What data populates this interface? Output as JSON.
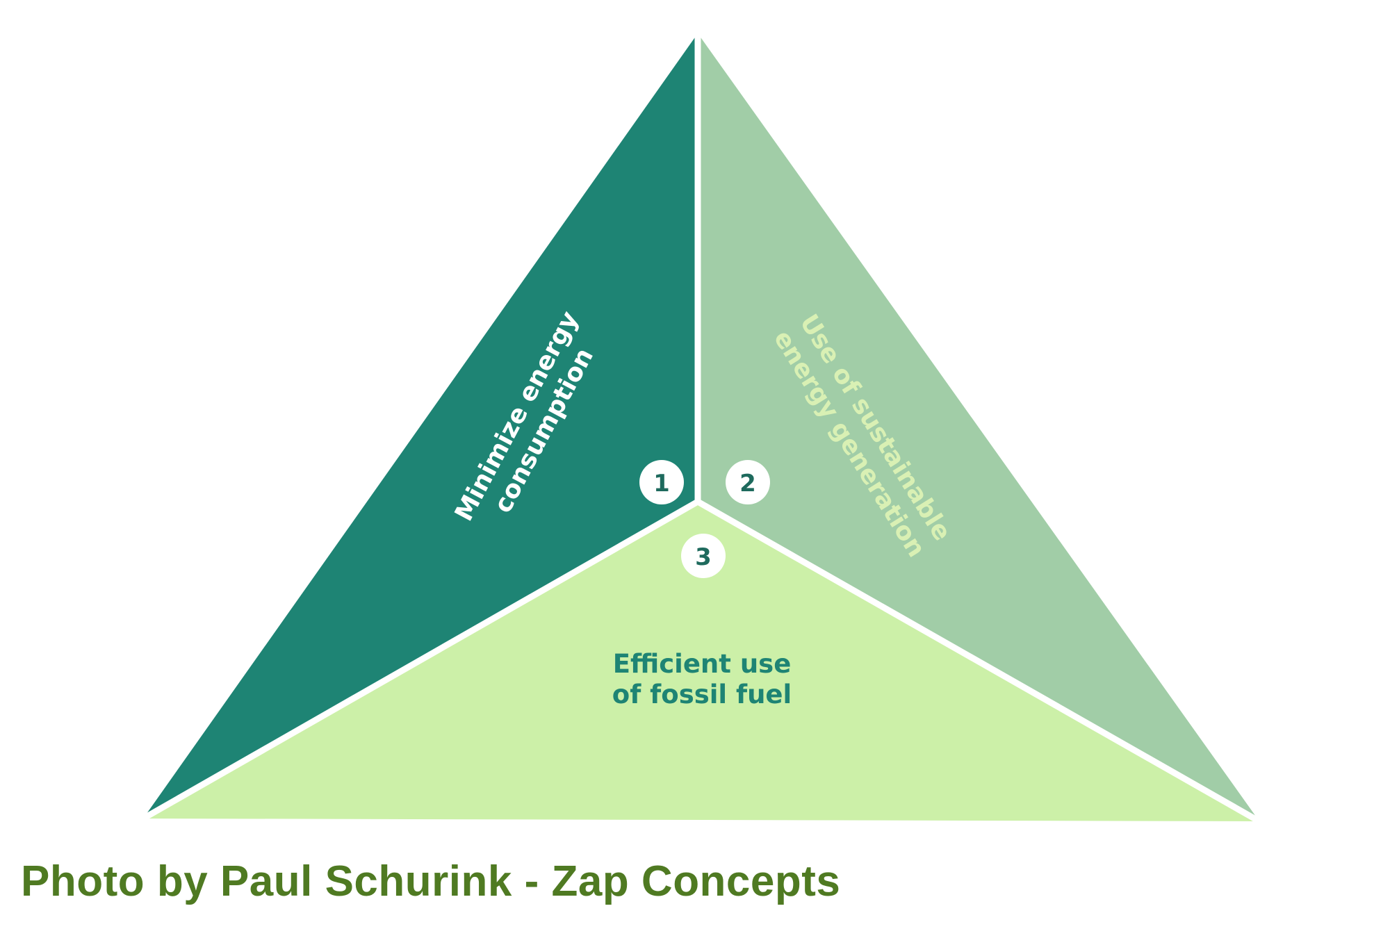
{
  "segments": [
    {
      "number": "1",
      "lines": [
        "Minimize energy",
        "consumption"
      ],
      "fill": "#1e8474",
      "text_color": "#ffffff"
    },
    {
      "number": "2",
      "lines": [
        "Use of sustainable",
        "energy generation"
      ],
      "fill": "#a1cda7",
      "text_color": "#d9f0b4"
    },
    {
      "number": "3",
      "lines": [
        "Efficient use",
        "of fossil fuel"
      ],
      "fill": "#ccf0a8",
      "text_color": "#1e8474"
    }
  ],
  "badge": {
    "fill": "#ffffff",
    "text_color": "#1e6a5d"
  },
  "caption": {
    "text": "Photo by Paul Schurink - Zap Concepts",
    "color": "#4f7a22"
  }
}
